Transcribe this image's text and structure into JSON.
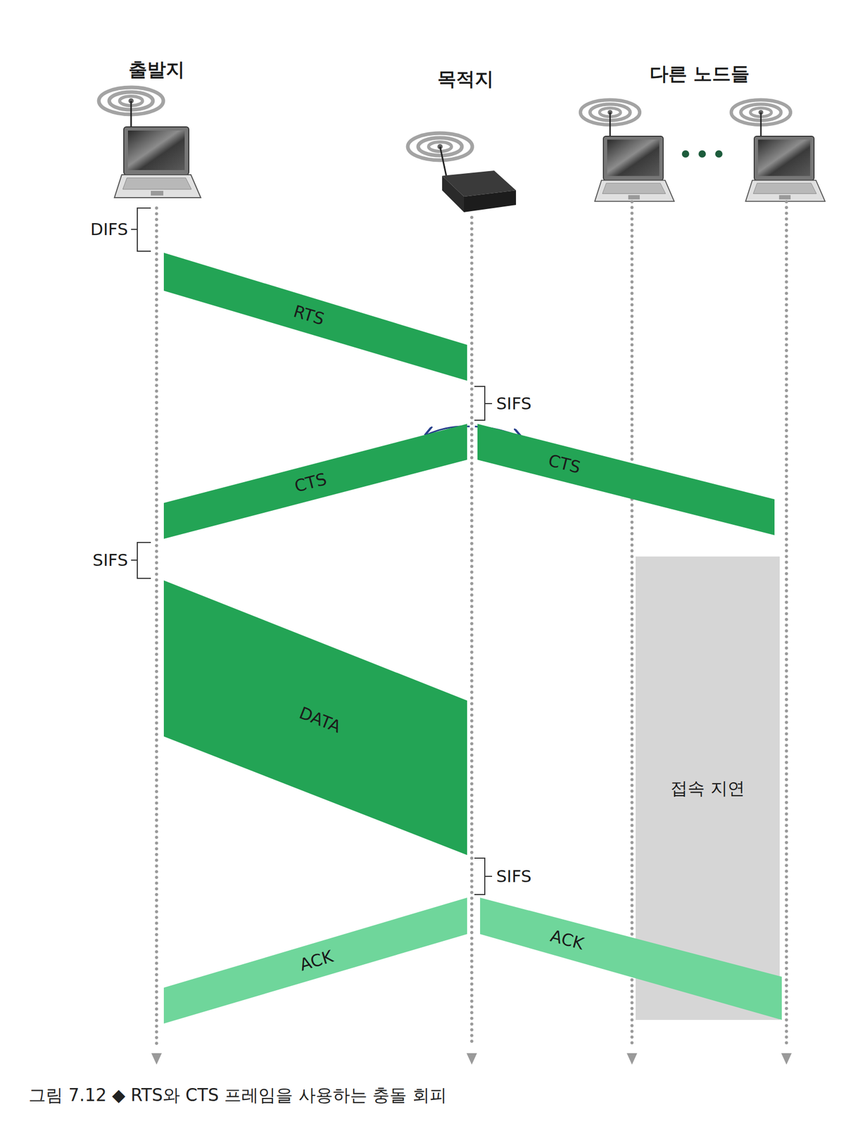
{
  "diagram": {
    "caption": "그림 7.12 ◆ RTS와 CTS 프레임을 사용하는 충돌 회피",
    "nodes": [
      {
        "text": [
          "RTS"
        ]
      },
      {
        "text": [
          "CTS"
        ]
      },
      {
        "text": [
          "CTS"
        ]
      },
      {
        "text": [
          "접속 지연"
        ]
      },
      {
        "text": [
          "DATA"
        ]
      },
      {
        "text": [
          "ACK"
        ]
      },
      {
        "text": [
          "ACK"
        ]
      }
    ],
    "labels": [
      "출발지",
      "목적지",
      "다른 노드들",
      "DIFS",
      "SIFS",
      "SIFS",
      "SIFS"
    ]
  }
}
